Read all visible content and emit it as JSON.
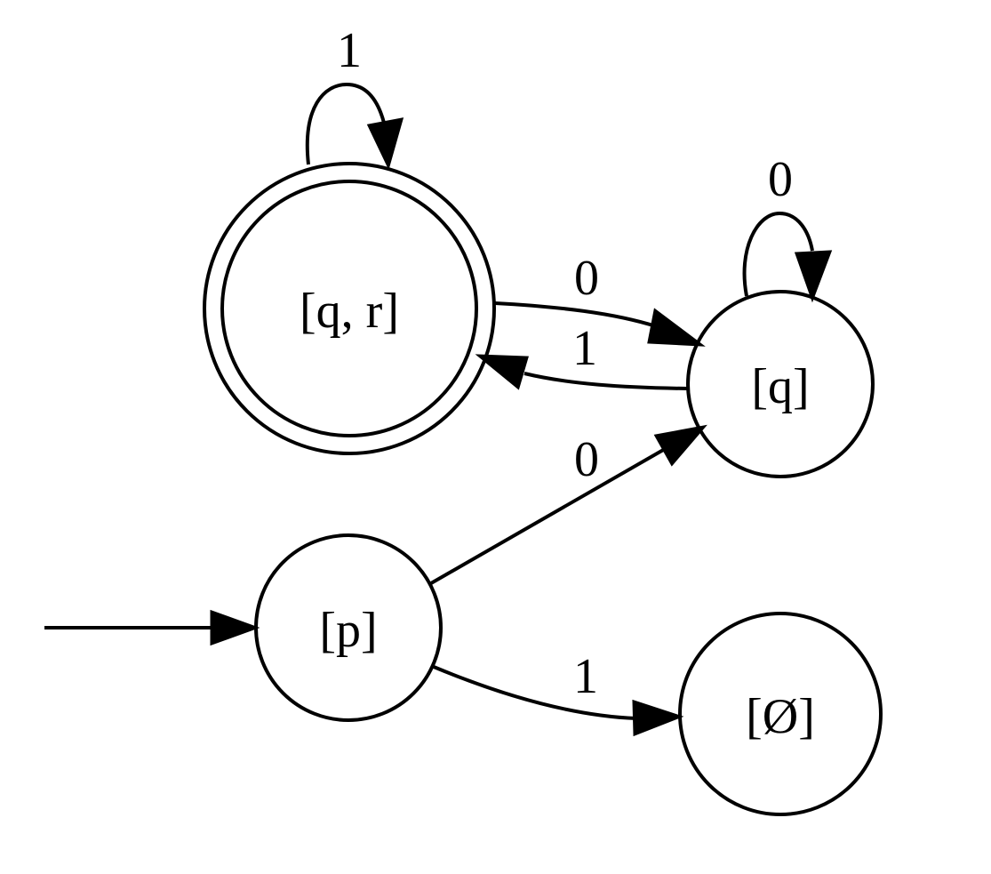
{
  "diagram": {
    "type": "finite-automaton",
    "stroke_color": "#000000",
    "background": "#ffffff",
    "states": [
      {
        "id": "qr",
        "label": "[q, r]",
        "accepting": true,
        "start": false
      },
      {
        "id": "q",
        "label": "[q]",
        "accepting": false,
        "start": false
      },
      {
        "id": "p",
        "label": "[p]",
        "accepting": false,
        "start": true
      },
      {
        "id": "empty",
        "label": "[Ø]",
        "accepting": false,
        "start": false
      }
    ],
    "transitions": [
      {
        "from": "qr",
        "to": "qr",
        "label": "1"
      },
      {
        "from": "q",
        "to": "q",
        "label": "0"
      },
      {
        "from": "qr",
        "to": "q",
        "label": "0"
      },
      {
        "from": "q",
        "to": "qr",
        "label": "1"
      },
      {
        "from": "p",
        "to": "q",
        "label": "0"
      },
      {
        "from": "p",
        "to": "empty",
        "label": "1"
      }
    ]
  }
}
